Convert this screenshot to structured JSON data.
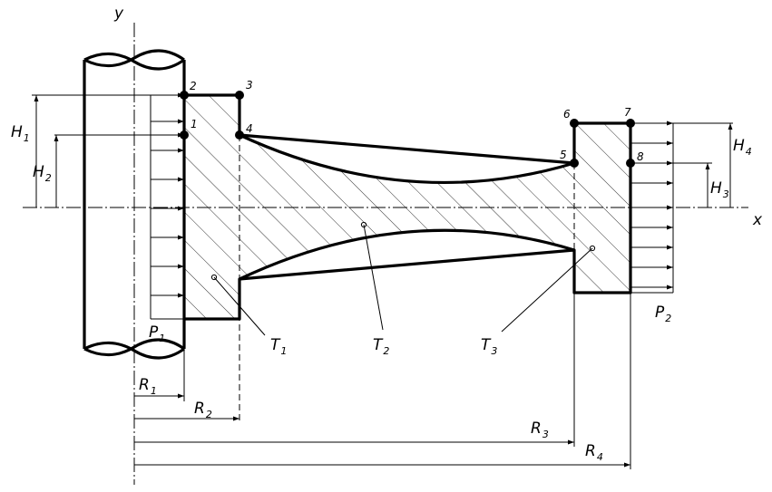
{
  "axes": {
    "x": "x",
    "y": "y"
  },
  "points": [
    "1",
    "2",
    "3",
    "4",
    "5",
    "6",
    "7",
    "8"
  ],
  "heights": [
    {
      "main": "H",
      "sub": "1"
    },
    {
      "main": "H",
      "sub": "2"
    },
    {
      "main": "H",
      "sub": "3"
    },
    {
      "main": "H",
      "sub": "4"
    }
  ],
  "radii": [
    {
      "main": "R",
      "sub": "1"
    },
    {
      "main": "R",
      "sub": "2"
    },
    {
      "main": "R",
      "sub": "3"
    },
    {
      "main": "R",
      "sub": "4"
    }
  ],
  "pressures": [
    {
      "main": "P",
      "sub": "1"
    },
    {
      "main": "P",
      "sub": "2"
    }
  ],
  "temperatures": [
    {
      "main": "T",
      "sub": "1"
    },
    {
      "main": "T",
      "sub": "2"
    },
    {
      "main": "T",
      "sub": "3"
    }
  ]
}
